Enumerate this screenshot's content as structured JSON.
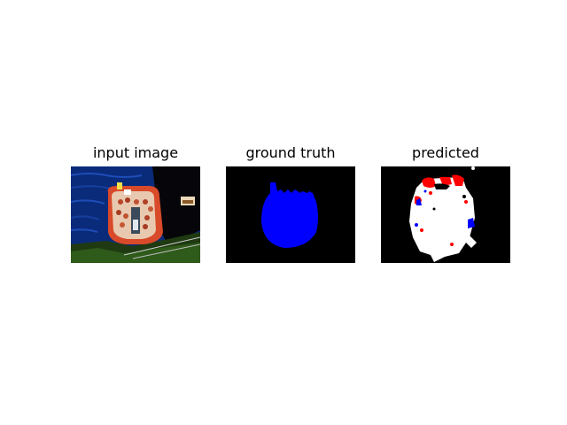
{
  "panels": [
    {
      "title": "input image"
    },
    {
      "title": "ground truth"
    },
    {
      "title": "predicted"
    }
  ],
  "colors": {
    "background": "#000000",
    "ground_truth_mask": "#0000ff",
    "predicted_foreground": "#ffffff",
    "predicted_error_red": "#ff0000",
    "predicted_error_blue": "#0000ff",
    "water": "#0b2a7a",
    "boat_hull": "#d84a2a"
  }
}
